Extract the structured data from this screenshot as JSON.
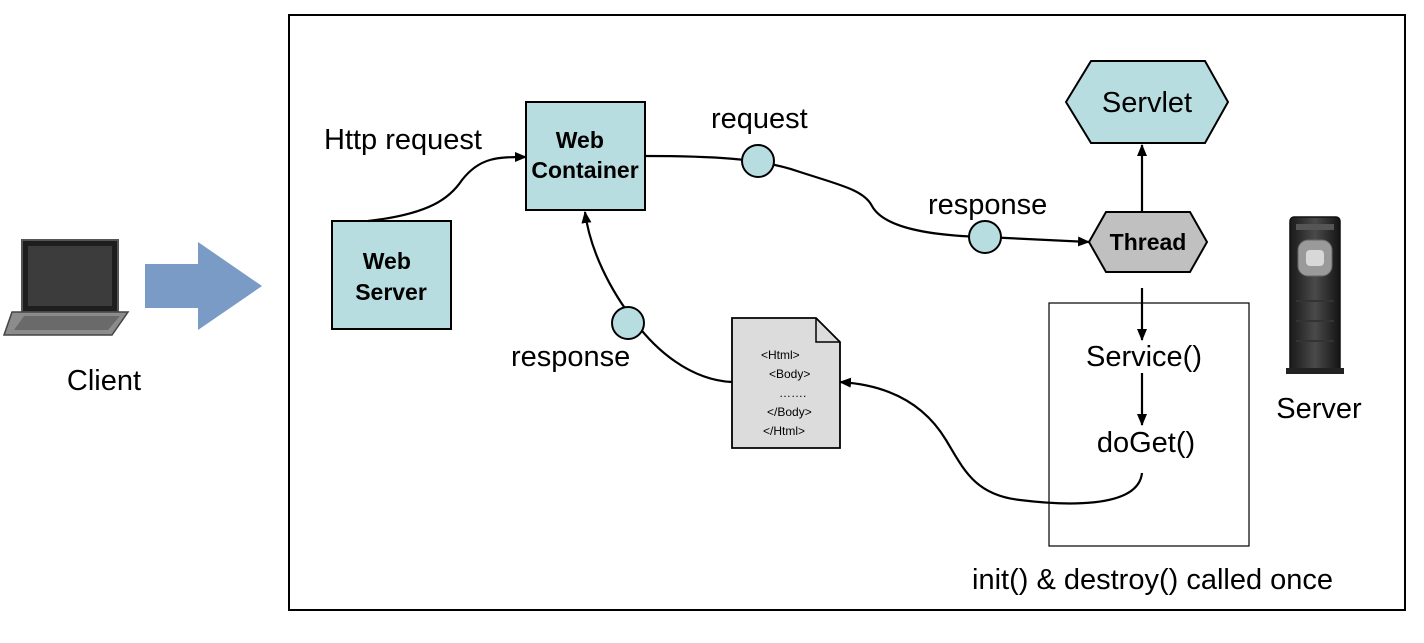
{
  "labels": {
    "client": "Client",
    "server": "Server",
    "http_request": "Http request",
    "request": "request",
    "response_top": "response",
    "response_left": "response",
    "footer": "init() & destroy() called once"
  },
  "nodes": {
    "web_server": [
      "Web",
      "Server"
    ],
    "web_container": [
      "Web",
      "Container"
    ],
    "servlet": "Servlet",
    "thread": "Thread",
    "service": "Service()",
    "doget": "doGet()"
  },
  "html_document": [
    "<Html>",
    "<Body>",
    "…….",
    "</Body>",
    "</Html>"
  ],
  "icons": {
    "client": "laptop-icon",
    "server": "server-tower-icon",
    "flow": "arrow-right-icon"
  },
  "colors": {
    "node_fill": "#b7dde0",
    "thread_fill": "#c0c0c0",
    "doc_fill": "#dcdcdc",
    "arrow_fill": "#7a9bc6"
  }
}
